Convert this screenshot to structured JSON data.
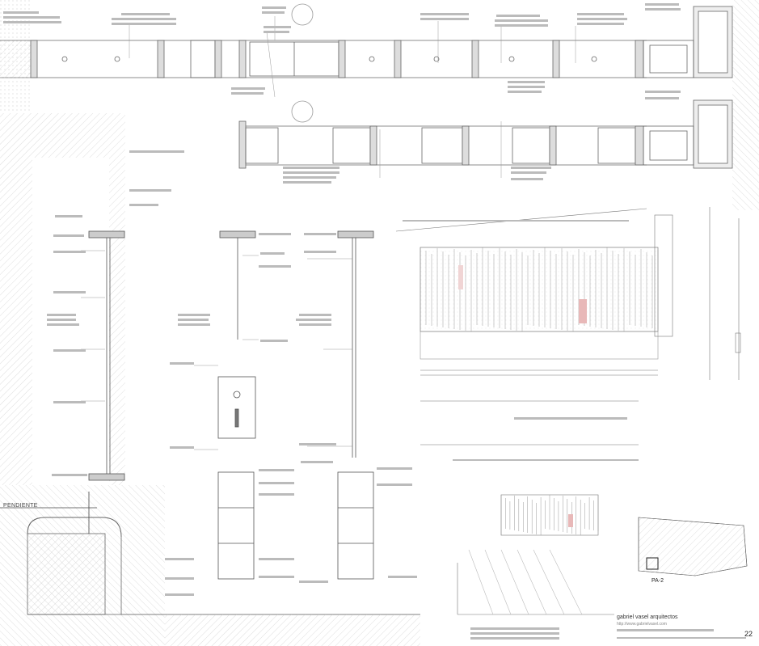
{
  "sheet": {
    "label_pendiente": "PENDIENTE",
    "label_plan_key": "PA-2",
    "firm_name": "gabriel vasel arquitectos",
    "firm_subtitle": "http://www.gabrielvasel.com",
    "page_number": "22"
  },
  "colors": {
    "line": "#555555",
    "light_line": "#aaaaaa",
    "hatch": "#c8c8c8",
    "accent_red": "#e8b8b8"
  }
}
